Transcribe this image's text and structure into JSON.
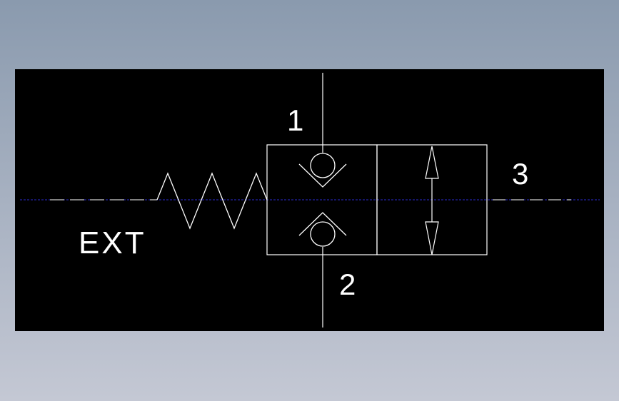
{
  "colors": {
    "background_top": "#8a9aae",
    "background_bottom": "#c4c8d4",
    "canvas": "#000000",
    "line": "#ffffff",
    "centerline": "#2a2ad0"
  },
  "diagram": {
    "port_1_label": "1",
    "port_2_label": "2",
    "port_3_label": "3",
    "external_pilot_label": "EXT"
  }
}
